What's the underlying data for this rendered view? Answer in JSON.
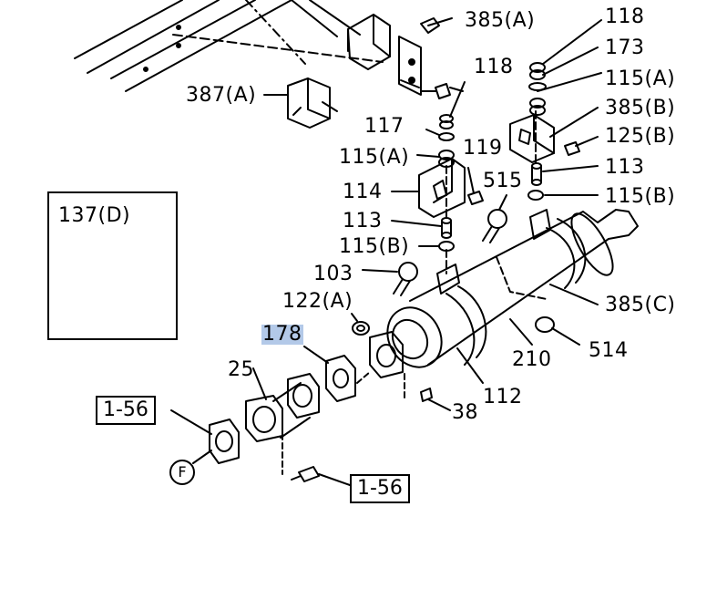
{
  "labels": {
    "l385A_top": "385(A)",
    "l118_top": "118",
    "l173": "173",
    "l115A_right": "115(A)",
    "l385B": "385(B)",
    "l125B": "125(B)",
    "l113_right": "113",
    "l115B_right": "115(B)",
    "l387A": "387(A)",
    "l118_mid": "118",
    "l117": "117",
    "l119": "119",
    "l115A_left": "115(A)",
    "l515": "515",
    "l114": "114",
    "l113_left": "113",
    "l115B_left": "115(B)",
    "l137D": "137(D)",
    "l103": "103",
    "l122A": "122(A)",
    "l385C": "385(C)",
    "l178": "178",
    "l514": "514",
    "l210": "210",
    "l25": "25",
    "l112": "112",
    "l38": "38",
    "ref1": "1-56",
    "ref2": "1-56",
    "marker_f": "F"
  }
}
